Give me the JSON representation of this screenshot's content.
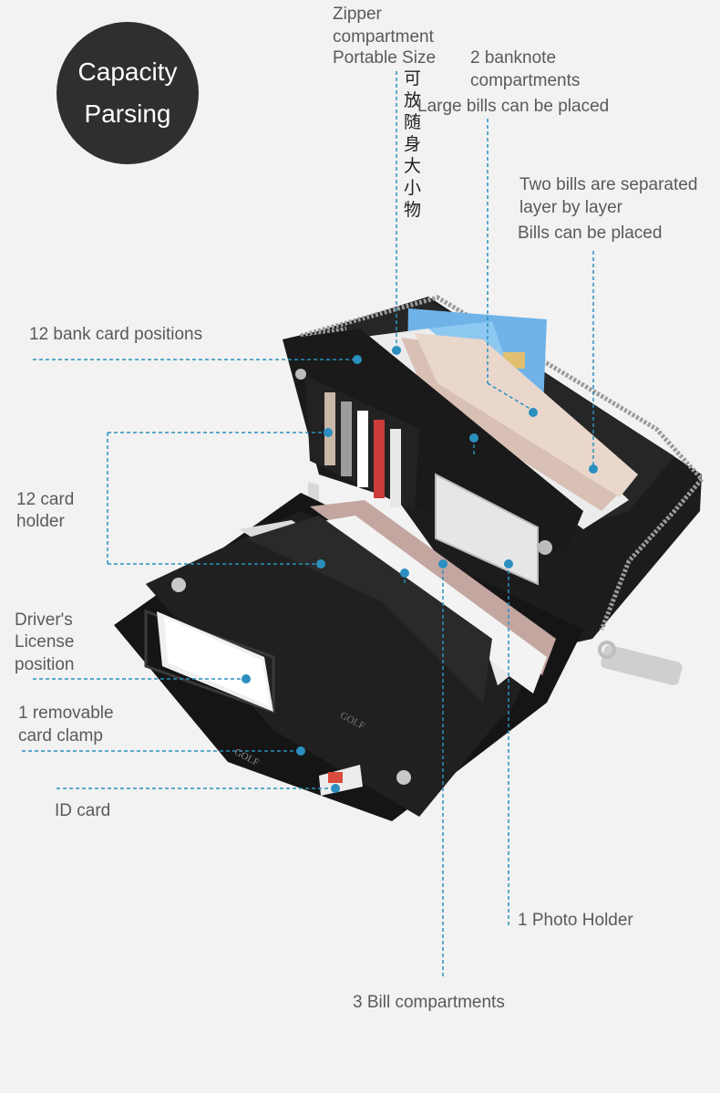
{
  "badge": {
    "line1": "Capacity",
    "line2": "Parsing"
  },
  "labels": {
    "zipper_l1": "Zipper",
    "zipper_l2": "compartment",
    "zipper_l3": "Portable Size",
    "zipper_cn": "可放随身大小物",
    "banknote_l1": "2 banknote",
    "banknote_l2": "compartments",
    "large_bills": "Large bills can be placed",
    "two_bills_l1": "Two bills are separated",
    "two_bills_l2": "layer by layer",
    "bills_placed": "Bills can be placed",
    "bank_cards": "12 bank card positions",
    "card_holder_l1": "12 card",
    "card_holder_l2": "holder",
    "license_l1": "Driver's",
    "license_l2": "License",
    "license_l3": "position",
    "clamp_l1": "1 removable",
    "clamp_l2": "card clamp",
    "id_card": "ID card",
    "photo_holder": "1 Photo Holder",
    "bill_compartments": "3 Bill compartments"
  },
  "brand": {
    "logo_text": "GOLF"
  },
  "colors": {
    "background": "#f2f2f2",
    "badge": "#2f2f2f",
    "leader_line": "#2b8fbf",
    "wallet": "#1a1a1a"
  }
}
